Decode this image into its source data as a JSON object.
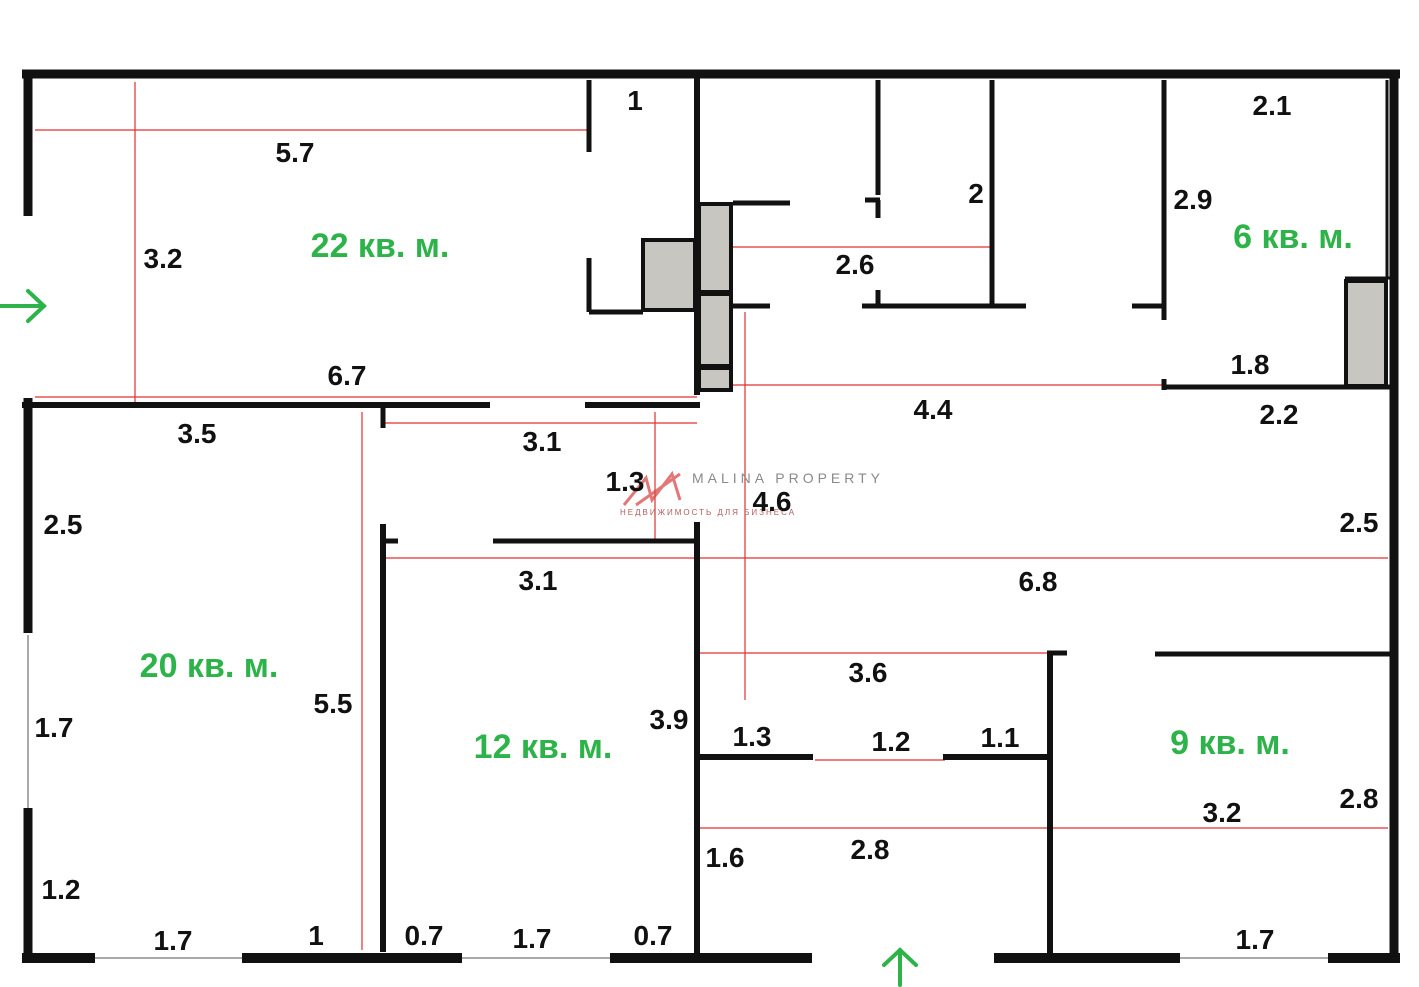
{
  "colors": {
    "wall": "#111111",
    "dimension_line": "#e03030",
    "area_text": "#2db34a",
    "arrow": "#2db34a",
    "column_fill": "#c7c6c1",
    "watermark_red": "#d94a4a"
  },
  "rooms": [
    {
      "id": "room-22",
      "area_label": "22 кв. м."
    },
    {
      "id": "room-6",
      "area_label": "6 кв. м."
    },
    {
      "id": "room-20",
      "area_label": "20 кв. м."
    },
    {
      "id": "room-12",
      "area_label": "12 кв. м."
    },
    {
      "id": "room-9",
      "area_label": "9 кв. м."
    }
  ],
  "dimensions": [
    "1",
    "5.7",
    "3.2",
    "6.7",
    "2",
    "2.6",
    "2.9",
    "2.1",
    "1.8",
    "2.2",
    "4.4",
    "3.5",
    "3.1",
    "1.3",
    "4.6",
    "2.5",
    "2.5",
    "3.1",
    "6.8",
    "1.7",
    "5.5",
    "3.9",
    "3.6",
    "1.3",
    "1.2",
    "1.1",
    "2.8",
    "3.2",
    "1.6",
    "2.8",
    "1.2",
    "1.7",
    "1",
    "0.7",
    "1.7",
    "0.7",
    "1.7"
  ],
  "watermark": {
    "name": "MALINA PROPERTY",
    "tagline": "НЕДВИЖИМОСТЬ ДЛЯ БИЗНЕСА"
  },
  "entrance_markers": [
    "entrance-arrow-left",
    "entrance-arrow-bottom"
  ]
}
